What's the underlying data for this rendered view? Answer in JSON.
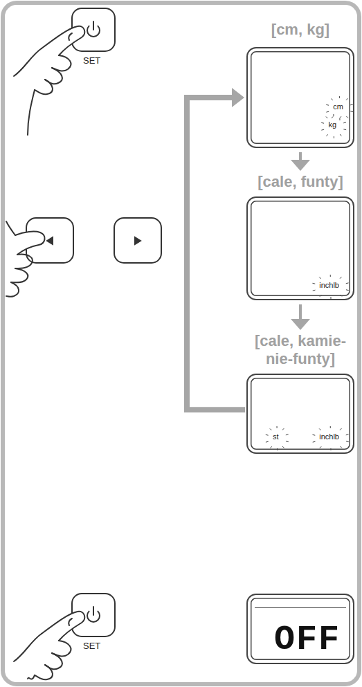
{
  "diagram": {
    "nodes": [
      {
        "text": [
          "[cm, kg]",
          "cm",
          "kg"
        ]
      },
      {
        "text": [
          "[cale, funty]",
          "inchlb"
        ]
      },
      {
        "text": [
          "[cale, kamie- nie-funty]",
          "st",
          "inchlb"
        ]
      },
      {
        "text": [
          "OFF"
        ]
      }
    ],
    "edges": [
      {
        "from": 0,
        "to": 1,
        "arrow": "to"
      },
      {
        "from": 1,
        "to": 2,
        "arrow": "to"
      },
      {
        "from": 2,
        "to": 0,
        "arrow": "to"
      }
    ],
    "labels": [
      "SET",
      "SET"
    ]
  }
}
